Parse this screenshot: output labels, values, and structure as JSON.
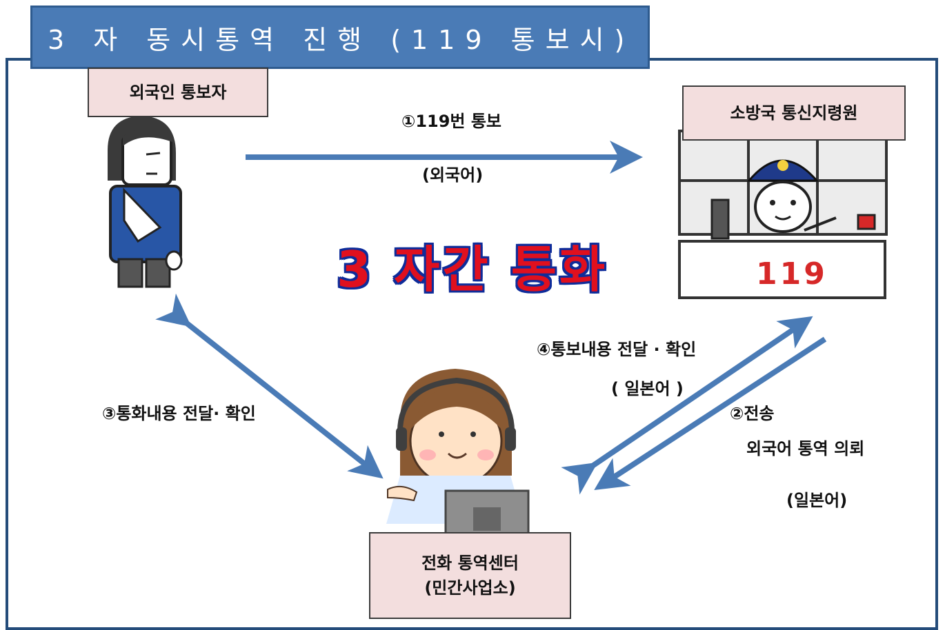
{
  "title": "3 자 동시통역 진행 (119 통보시)",
  "caller_label": "외국인 통보자",
  "dispatcher_label": "소방국 통신지령원",
  "interpreter_label_line1": "전화 통역센터",
  "interpreter_label_line2": "(민간사업소)",
  "center_text": "3 자간 통화",
  "step1_line1": "①119번 통보",
  "step1_line2": "(외국어)",
  "step2_line1": "②전송",
  "step2_line2": "외국어 통역 의뢰",
  "step2_line3": "(일본어)",
  "step3": "③통화내용 전달· 확인",
  "step4_line1": "④통보내용 전달 · 확인",
  "step4_line2": "( 일본어 )",
  "dispatcher_desk_number": "119",
  "colors": {
    "title_bg": "#4a7bb6",
    "frame": "#244c7a",
    "arrow": "#4a7bb6",
    "label_bg": "#f3dede",
    "center_text": "#e0101e",
    "center_outline": "#0e2c9a"
  }
}
